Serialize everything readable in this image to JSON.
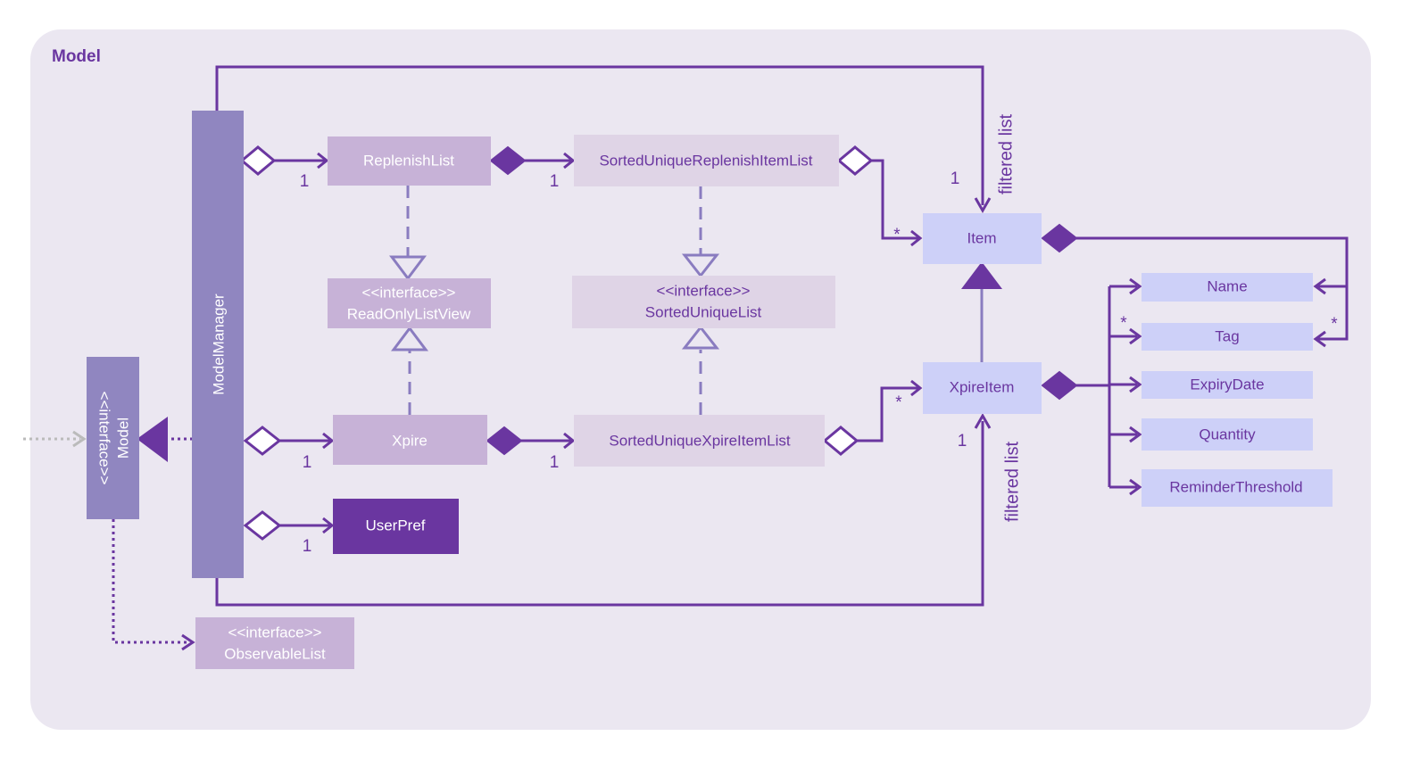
{
  "package": {
    "title": "Model"
  },
  "colors": {
    "package_bg": "#ebe7f1",
    "line": "#6a36a0",
    "model_manager_fill": "#9086c0",
    "light_purple": "#c7b2d7",
    "lighter_purple": "#dfd4e6",
    "periwinkle": "#cdd0f8",
    "user_pref_fill": "#6a36a0"
  },
  "classes": {
    "model_manager": "ModelManager",
    "model": {
      "stereotype": "<<interface>>",
      "name": "Model"
    },
    "replenish_list": "ReplenishList",
    "sorted_unique_replenish_item_list": "SortedUniqueReplenishItemList",
    "read_only_list_view": {
      "stereotype": "<<interface>>",
      "name": "ReadOnlyListView"
    },
    "sorted_unique_list": {
      "stereotype": "<<interface>>",
      "name": "SortedUniqueList"
    },
    "xpire": "Xpire",
    "sorted_unique_xpire_item_list": "SortedUniqueXpireItemList",
    "user_pref": "UserPref",
    "observable_list": {
      "stereotype": "<<interface>>",
      "name": "ObservableList"
    },
    "item": "Item",
    "xpire_item": "XpireItem",
    "name": "Name",
    "tag": "Tag",
    "expiry_date": "ExpiryDate",
    "quantity": "Quantity",
    "reminder_threshold": "ReminderThreshold"
  },
  "multiplicities": {
    "mm_replenish": "1",
    "replenish_sorted": "1",
    "sorted_replenish_item": "*",
    "item_top": "1",
    "mm_xpire": "1",
    "xpire_sorted": "1",
    "sorted_xpire_item": "*",
    "xpire_item_bottom": "1",
    "mm_userpref": "1",
    "tag_left": "*",
    "tag_right": "*"
  },
  "role_labels": {
    "item_filtered": "filtered list",
    "xpire_item_filtered": "filtered list"
  }
}
